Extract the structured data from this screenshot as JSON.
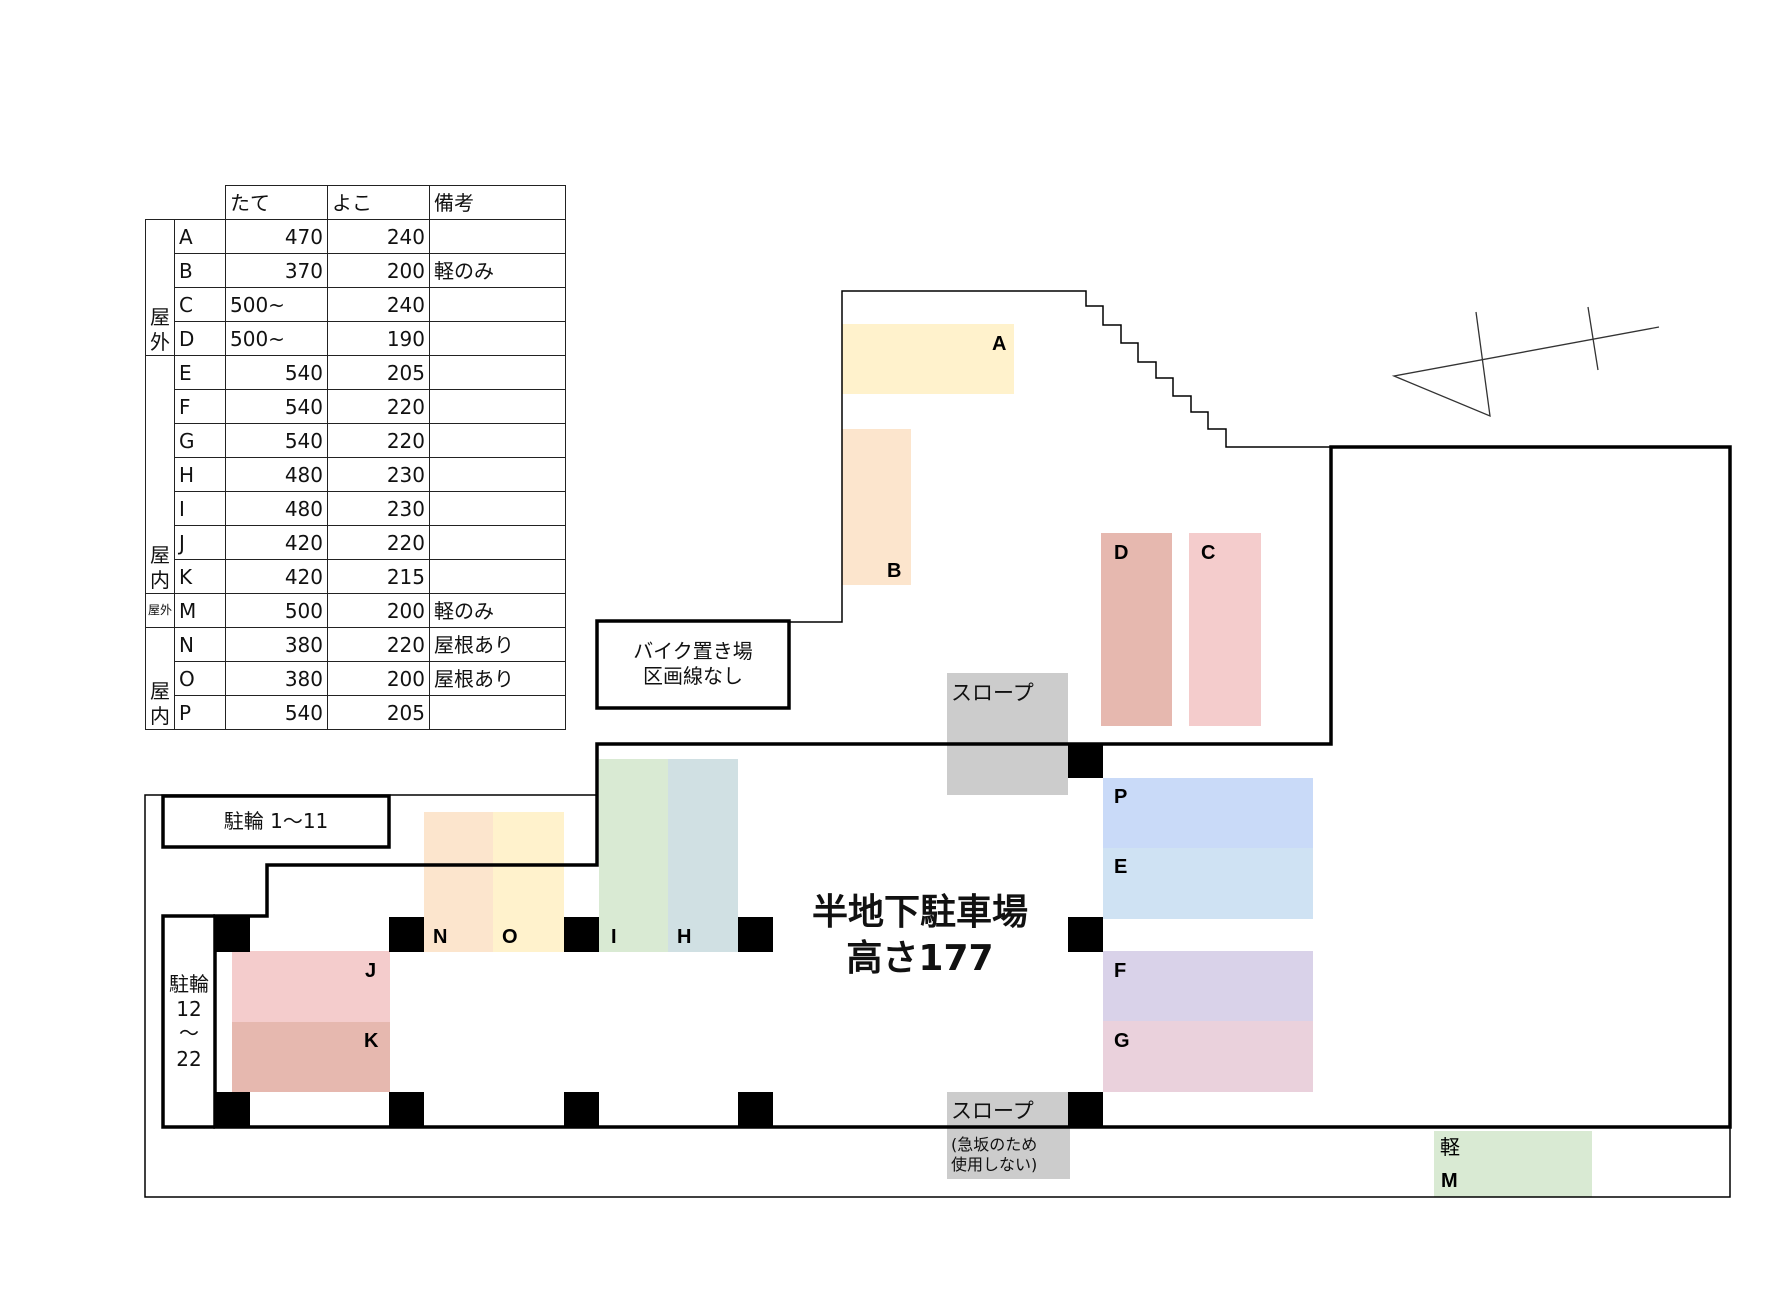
{
  "table": {
    "headers": [
      "たて",
      "よこ",
      "備考"
    ],
    "groups": [
      {
        "label": [
          "屋",
          "外"
        ],
        "small": false,
        "rows": [
          {
            "id": "A",
            "tate": "470",
            "yoko": "240",
            "note": ""
          },
          {
            "id": "B",
            "tate": "370",
            "yoko": "200",
            "note": "軽のみ"
          },
          {
            "id": "C",
            "tate": "500~",
            "yoko": "240",
            "note": ""
          },
          {
            "id": "D",
            "tate": "500~",
            "yoko": "190",
            "note": ""
          }
        ]
      },
      {
        "label": [
          "屋",
          "内"
        ],
        "small": false,
        "rows": [
          {
            "id": "E",
            "tate": "540",
            "yoko": "205",
            "note": ""
          },
          {
            "id": "F",
            "tate": "540",
            "yoko": "220",
            "note": ""
          },
          {
            "id": "G",
            "tate": "540",
            "yoko": "220",
            "note": ""
          },
          {
            "id": "H",
            "tate": "480",
            "yoko": "230",
            "note": ""
          },
          {
            "id": "I",
            "tate": "480",
            "yoko": "230",
            "note": ""
          },
          {
            "id": "J",
            "tate": "420",
            "yoko": "220",
            "note": ""
          },
          {
            "id": "K",
            "tate": "420",
            "yoko": "215",
            "note": ""
          }
        ]
      },
      {
        "label": [
          "屋外"
        ],
        "small": true,
        "rows": [
          {
            "id": "M",
            "tate": "500",
            "yoko": "200",
            "note": "軽のみ"
          }
        ]
      },
      {
        "label": [
          "屋",
          "内"
        ],
        "small": false,
        "rows": [
          {
            "id": "N",
            "tate": "380",
            "yoko": "220",
            "note": "屋根あり"
          },
          {
            "id": "O",
            "tate": "380",
            "yoko": "200",
            "note": "屋根あり"
          },
          {
            "id": "P",
            "tate": "540",
            "yoko": "205",
            "note": ""
          }
        ]
      }
    ]
  },
  "map": {
    "bike_area": [
      "バイク置き場",
      "区画線なし"
    ],
    "bicycle_1": "駐輪 1〜11",
    "bicycle_2": [
      "駐輪",
      "12",
      "〜",
      "22"
    ],
    "basement_title": [
      "半地下駐車場",
      "高さ177"
    ],
    "slope_top": "スロープ",
    "slope_bottom": "スロープ",
    "slope_bottom_note": [
      "(急坂のため",
      "使用しない)"
    ],
    "kei_label": "軽",
    "spots": [
      {
        "id": "A",
        "color": "#fff2cc"
      },
      {
        "id": "B",
        "color": "#fce5cd"
      },
      {
        "id": "C",
        "color": "#f4cccc"
      },
      {
        "id": "D",
        "color": "#e6b8af"
      },
      {
        "id": "E",
        "color": "#cfe2f3"
      },
      {
        "id": "F",
        "color": "#d9d2e9"
      },
      {
        "id": "G",
        "color": "#ead1dc"
      },
      {
        "id": "H",
        "color": "#d0e0e3"
      },
      {
        "id": "I",
        "color": "#d9ead3"
      },
      {
        "id": "J",
        "color": "#f4cccc"
      },
      {
        "id": "K",
        "color": "#e6b8af"
      },
      {
        "id": "M",
        "color": "#d9ead3"
      },
      {
        "id": "N",
        "color": "#fce5cd"
      },
      {
        "id": "O",
        "color": "#fff2cc"
      },
      {
        "id": "P",
        "color": "#c9daf8"
      }
    ],
    "slope_color": "#cccccc",
    "pillar_color": "#000000"
  }
}
